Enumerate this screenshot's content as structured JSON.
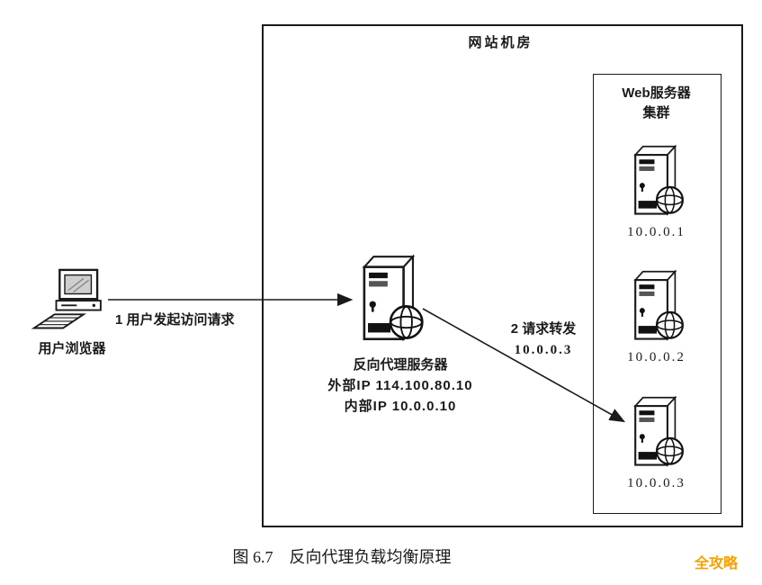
{
  "datacenter": {
    "label": "网站机房"
  },
  "cluster": {
    "title_line1": "Web服务器",
    "title_line2": "集群",
    "servers": [
      {
        "ip": "10.0.0.1"
      },
      {
        "ip": "10.0.0.2"
      },
      {
        "ip": "10.0.0.3"
      }
    ]
  },
  "proxy": {
    "name": "反向代理服务器",
    "external_ip": "外部IP 114.100.80.10",
    "internal_ip": "内部IP 10.0.0.10"
  },
  "client": {
    "label": "用户浏览器"
  },
  "flows": {
    "step1_label": "1 用户发起访问请求",
    "step2_label": "2 请求转发",
    "step2_target": "10.0.0.3"
  },
  "caption": "图 6.7　反向代理负载均衡原理",
  "watermark": {
    "text": "全攻略",
    "color": "#f7a000"
  },
  "colors": {
    "line": "#1a1a1a",
    "background": "#ffffff"
  }
}
